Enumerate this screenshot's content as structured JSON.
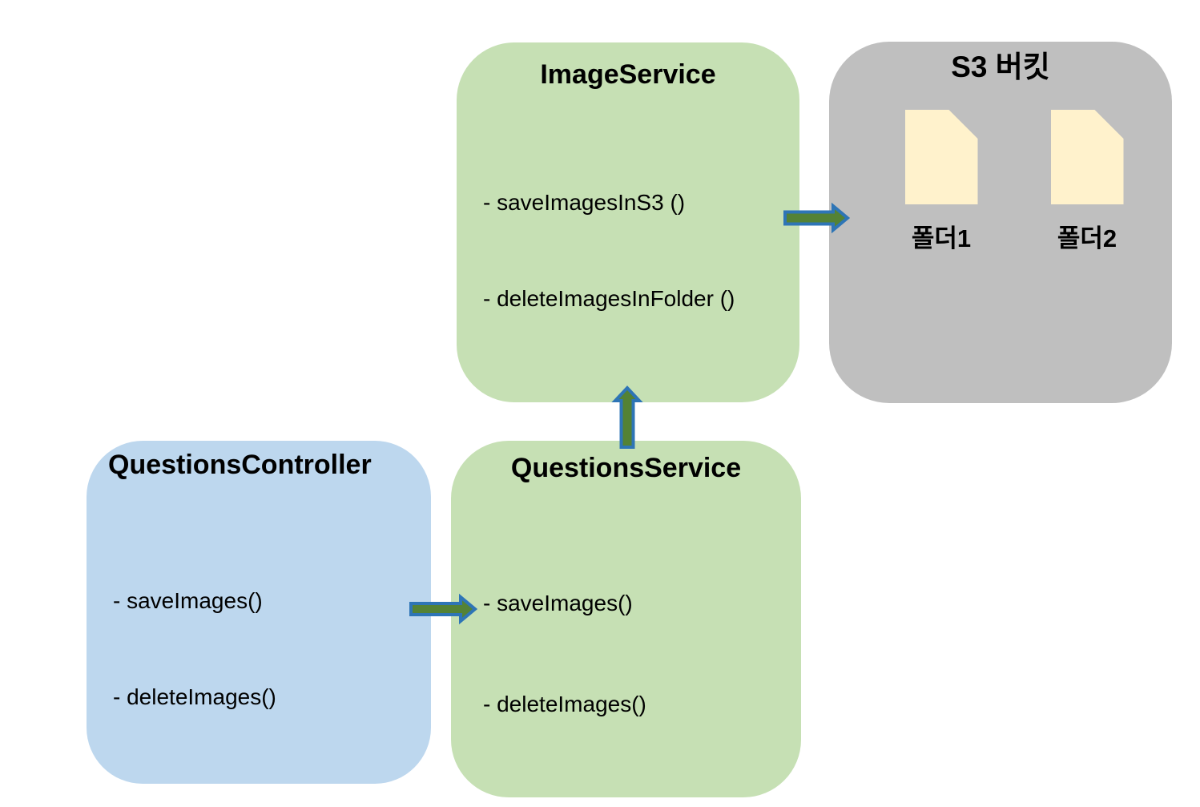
{
  "diagram": {
    "background_color": "#ffffff",
    "boxes": {
      "image_service": {
        "title": "ImageService",
        "methods": [
          "- saveImagesInS3 ()",
          "- deleteImagesInFolder ()"
        ],
        "fill": "#c6e0b4"
      },
      "s3_bucket": {
        "title": "S3 버킷",
        "fill": "#bfbfbf",
        "file_icon_fill": "#fff2cc",
        "folders": [
          {
            "label": "폴더1"
          },
          {
            "label": "폴더2"
          }
        ]
      },
      "questions_controller": {
        "title": "QuestionsController",
        "methods": [
          "- saveImages()",
          "- deleteImages()"
        ],
        "fill": "#bdd7ee"
      },
      "questions_service": {
        "title": "QuestionsService",
        "methods": [
          "- saveImages()",
          "- deleteImages()"
        ],
        "fill": "#c6e0b4"
      }
    },
    "arrows": {
      "fill": "#548235",
      "stroke": "#2e75b6",
      "connections": [
        {
          "from": "QuestionsController",
          "to": "QuestionsService"
        },
        {
          "from": "QuestionsService",
          "to": "ImageService"
        },
        {
          "from": "ImageService",
          "to": "S3 버킷"
        }
      ]
    }
  }
}
